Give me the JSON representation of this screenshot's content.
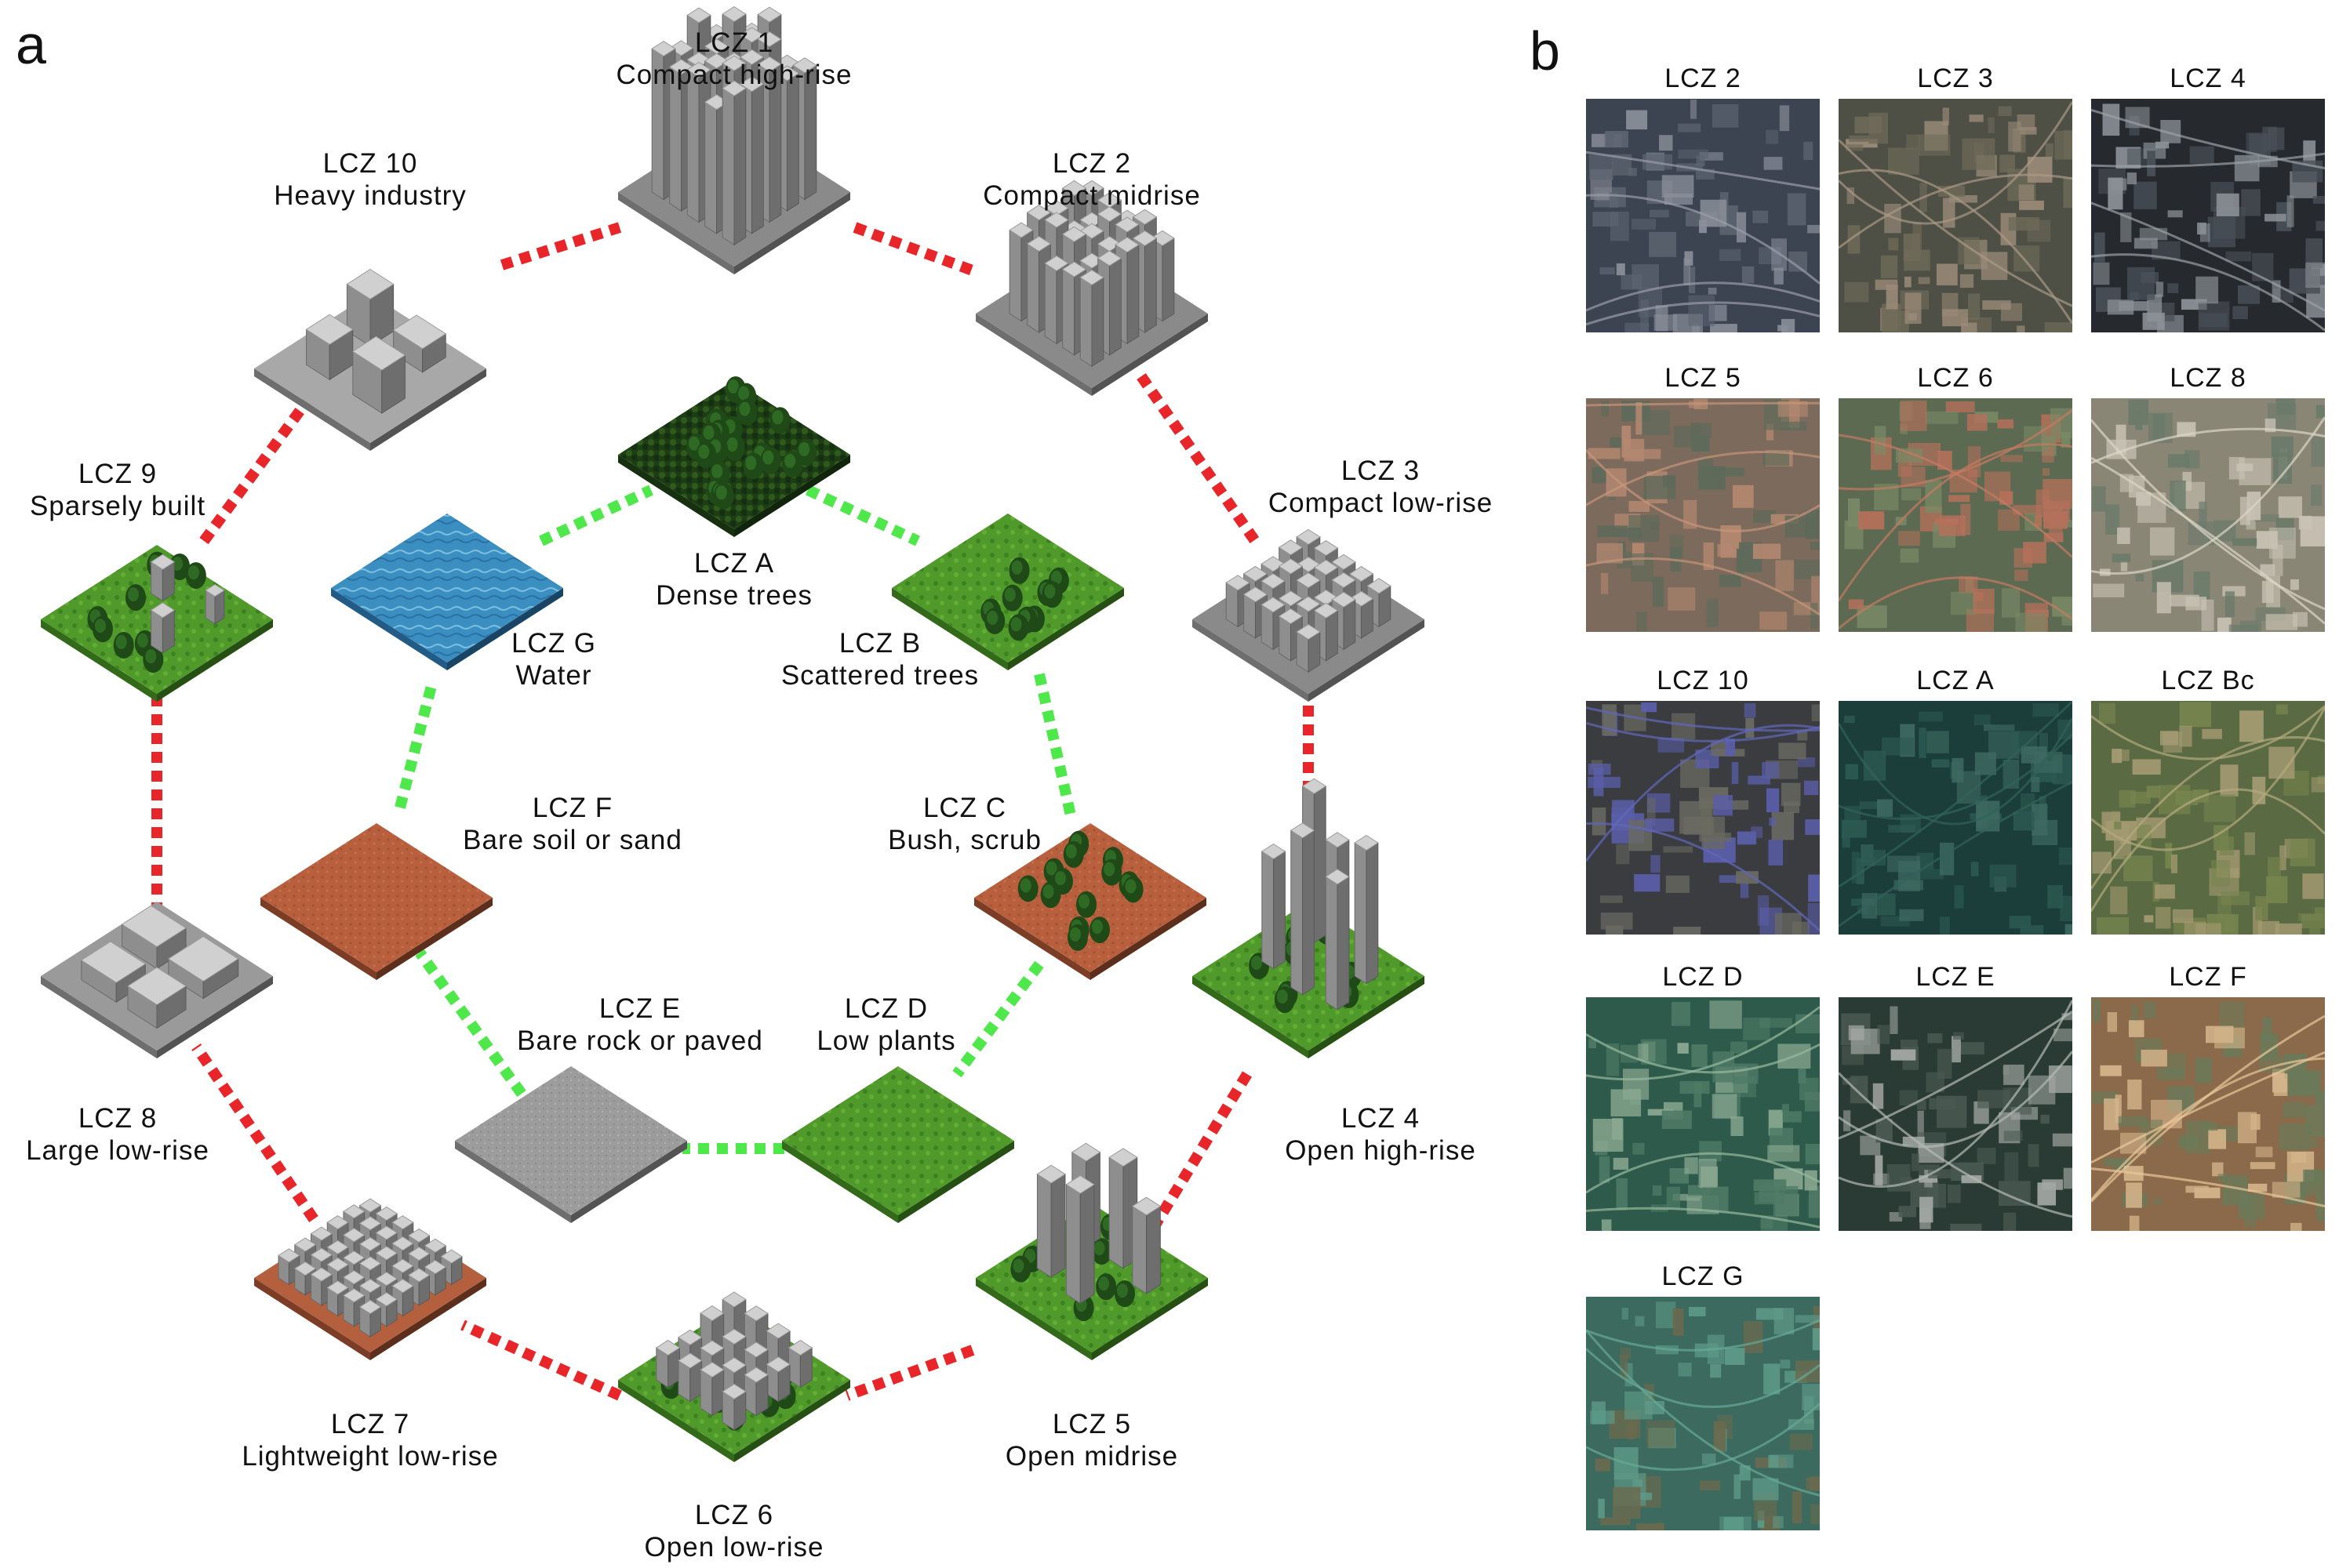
{
  "panel_a": {
    "letter": "a",
    "zones": [
      {
        "id": "lcz1",
        "code": "LCZ 1",
        "name": "Compact high-rise"
      },
      {
        "id": "lcz2",
        "code": "LCZ 2",
        "name": "Compact midrise"
      },
      {
        "id": "lcz3",
        "code": "LCZ 3",
        "name": "Compact low-rise"
      },
      {
        "id": "lcz4",
        "code": "LCZ 4",
        "name": "Open high-rise"
      },
      {
        "id": "lcz5",
        "code": "LCZ 5",
        "name": "Open midrise"
      },
      {
        "id": "lcz6",
        "code": "LCZ 6",
        "name": "Open low-rise"
      },
      {
        "id": "lcz7",
        "code": "LCZ 7",
        "name": "Lightweight low-rise"
      },
      {
        "id": "lcz8",
        "code": "LCZ 8",
        "name": "Large low-rise"
      },
      {
        "id": "lcz9",
        "code": "LCZ 9",
        "name": "Sparsely built"
      },
      {
        "id": "lcz10",
        "code": "LCZ 10",
        "name": "Heavy industry"
      },
      {
        "id": "lczA",
        "code": "LCZ A",
        "name": "Dense trees"
      },
      {
        "id": "lczB",
        "code": "LCZ B",
        "name": "Scattered trees"
      },
      {
        "id": "lczC",
        "code": "LCZ C",
        "name": "Bush, scrub"
      },
      {
        "id": "lczD",
        "code": "LCZ D",
        "name": "Low plants"
      },
      {
        "id": "lczE",
        "code": "LCZ E",
        "name": "Bare rock or paved"
      },
      {
        "id": "lczF",
        "code": "LCZ F",
        "name": "Bare soil or sand"
      },
      {
        "id": "lczG",
        "code": "LCZ G",
        "name": "Water"
      }
    ],
    "colors": {
      "built_link": "#e8262a",
      "natural_link": "#4fe84a"
    }
  },
  "panel_b": {
    "letter": "b",
    "samples": [
      {
        "label": "LCZ 2",
        "palette": [
          "#3c4452",
          "#8a8f99",
          "#5c6470"
        ]
      },
      {
        "label": "LCZ 3",
        "palette": [
          "#4e5046",
          "#9a8a78",
          "#6e6a58"
        ]
      },
      {
        "label": "LCZ 4",
        "palette": [
          "#262a2e",
          "#8c9298",
          "#4a5058"
        ]
      },
      {
        "label": "LCZ 5",
        "palette": [
          "#7c6a5c",
          "#b48870",
          "#5e6a5a"
        ]
      },
      {
        "label": "LCZ 6",
        "palette": [
          "#5c6a52",
          "#b4705a",
          "#7a8a66"
        ]
      },
      {
        "label": "LCZ 8",
        "palette": [
          "#8a8676",
          "#c8c2b4",
          "#6a7a6a"
        ]
      },
      {
        "label": "LCZ 10",
        "palette": [
          "#3a3c40",
          "#5a5ea8",
          "#6a6a62"
        ]
      },
      {
        "label": "LCZ A",
        "palette": [
          "#1c3e3a",
          "#2c5a52",
          "#3e6a62"
        ]
      },
      {
        "label": "LCZ Bc",
        "palette": [
          "#5a6a42",
          "#a49a72",
          "#76844e"
        ]
      },
      {
        "label": "LCZ D",
        "palette": [
          "#2e5a4c",
          "#8aa890",
          "#4e7a66"
        ]
      },
      {
        "label": "LCZ E",
        "palette": [
          "#2a3a34",
          "#a4a8a4",
          "#4a5a52"
        ]
      },
      {
        "label": "LCZ F",
        "palette": [
          "#8a6a4a",
          "#d4b48a",
          "#6a7a5a"
        ]
      },
      {
        "label": "LCZ G",
        "palette": [
          "#3c6a5e",
          "#5e9a88",
          "#6a6a4e"
        ]
      }
    ]
  }
}
